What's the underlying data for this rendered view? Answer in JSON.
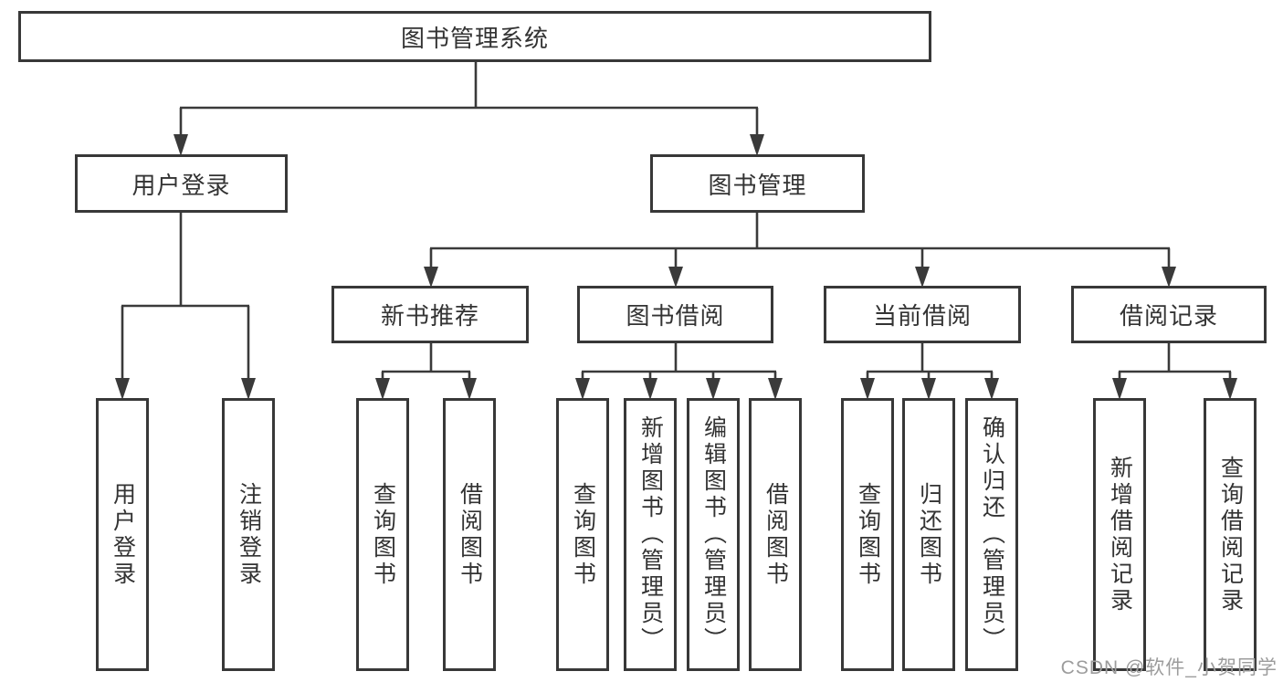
{
  "diagram": {
    "title": "图书管理系统",
    "root": {
      "label": "图书管理系统"
    },
    "level2": [
      {
        "label": "用户登录"
      },
      {
        "label": "图书管理"
      }
    ],
    "level3": [
      {
        "label": "新书推荐"
      },
      {
        "label": "图书借阅"
      },
      {
        "label": "当前借阅"
      },
      {
        "label": "借阅记录"
      }
    ],
    "leaves": [
      {
        "label": "用户登录",
        "parent": "用户登录"
      },
      {
        "label": "注销登录",
        "parent": "用户登录"
      },
      {
        "label": "查询图书",
        "parent": "新书推荐"
      },
      {
        "label": "借阅图书",
        "parent": "新书推荐"
      },
      {
        "label": "查询图书",
        "parent": "图书借阅"
      },
      {
        "label": "新增图书（管理员）",
        "parent": "图书借阅"
      },
      {
        "label": "编辑图书（管理员）",
        "parent": "图书借阅"
      },
      {
        "label": "借阅图书",
        "parent": "图书借阅"
      },
      {
        "label": "查询图书",
        "parent": "当前借阅"
      },
      {
        "label": "归还图书",
        "parent": "当前借阅"
      },
      {
        "label": "确认归还（管理员）",
        "parent": "当前借阅"
      },
      {
        "label": "新增借阅记录",
        "parent": "借阅记录"
      },
      {
        "label": "查询借阅记录",
        "parent": "借阅记录"
      }
    ]
  },
  "watermark": {
    "text": "CSDN @软件_小贺同学"
  },
  "colors": {
    "line": "#3a3a3a",
    "border": "#383838",
    "text": "#333333",
    "background": "#ffffff",
    "watermark": "#9c9c9c"
  }
}
